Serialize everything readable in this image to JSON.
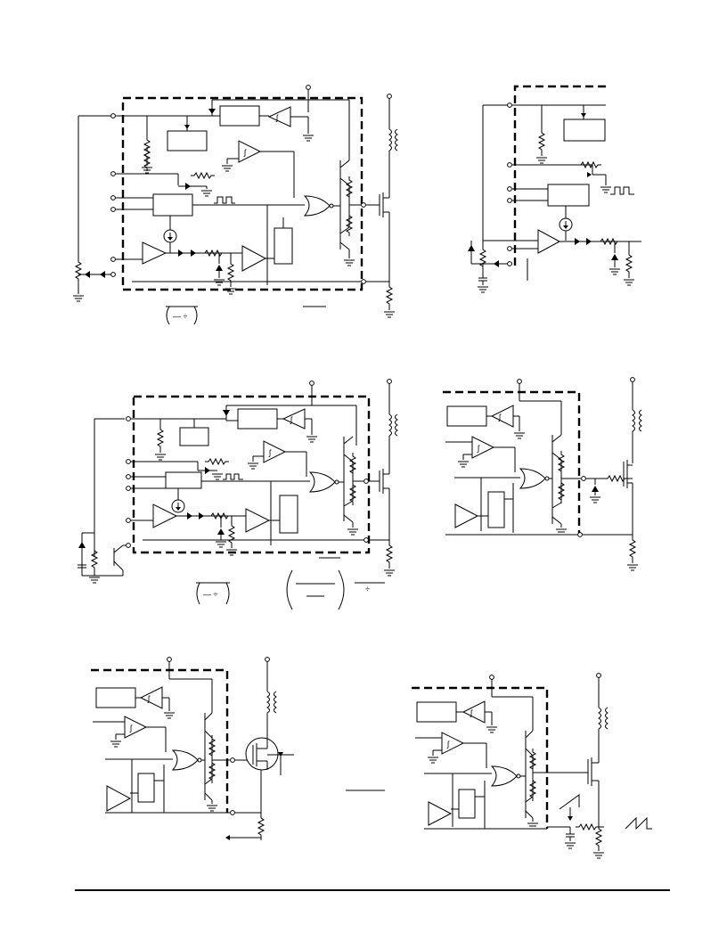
{
  "page": {
    "footer_rule": true
  },
  "circuits": [
    {
      "id": "top-left",
      "formula_fragment": "—  ÷"
    },
    {
      "id": "top-right"
    },
    {
      "id": "middle-left",
      "formula_fragment": "—  ÷",
      "formula_fragment_2": "÷"
    },
    {
      "id": "middle-right"
    },
    {
      "id": "bottom-left"
    },
    {
      "id": "bottom-right"
    }
  ],
  "icons": [
    "resistor-icon",
    "capacitor-icon",
    "diode-icon",
    "zener-icon",
    "transformer-icon",
    "transistor-icon",
    "mosfet-icon",
    "comparator-icon",
    "gate-icon",
    "current-source-icon",
    "ground-icon",
    "terminal-icon",
    "pulse-train-icon",
    "ramp-icon"
  ]
}
